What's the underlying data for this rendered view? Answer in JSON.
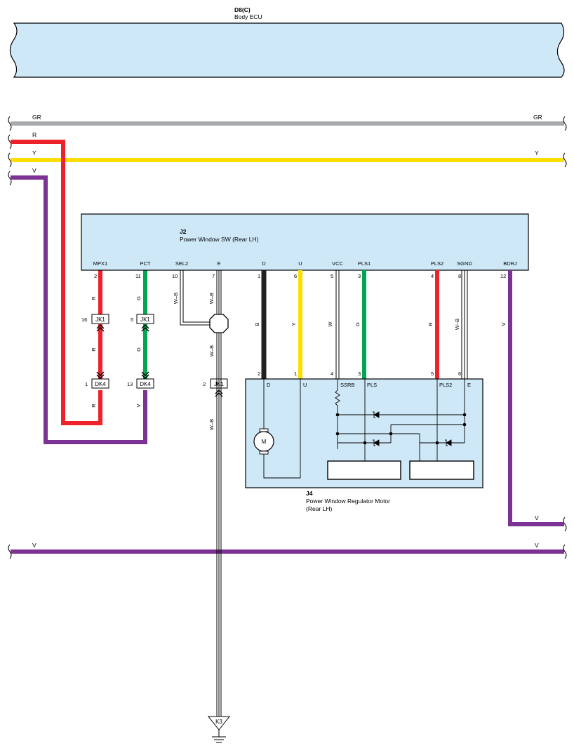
{
  "colors": {
    "ecu_fill": "#cfe8f8",
    "red": "#ee2229",
    "yellow": "#ffdd00",
    "green": "#00a651",
    "purple": "#7b3294",
    "gray": "#a7a9ac",
    "black": "#231f20"
  },
  "ecu": {
    "code": "D8(C)",
    "name": "Body ECU"
  },
  "bus": {
    "gr_label": "GR",
    "r_label": "R",
    "y_label": "Y",
    "v_label": "V"
  },
  "switch": {
    "code": "J2",
    "name": "Power Window SW (Rear LH)",
    "terminals": [
      {
        "name": "MPX1",
        "pin": "2"
      },
      {
        "name": "PCT",
        "pin": "11"
      },
      {
        "name": "SEL2",
        "pin": "10"
      },
      {
        "name": "E",
        "pin": "7"
      },
      {
        "name": "D",
        "pin": "1"
      },
      {
        "name": "U",
        "pin": "6"
      },
      {
        "name": "VCC",
        "pin": "5"
      },
      {
        "name": "PLS1",
        "pin": "3"
      },
      {
        "name": "PLS2",
        "pin": "4"
      },
      {
        "name": "SGND",
        "pin": "8"
      },
      {
        "name": "BDRJ",
        "pin": "12"
      }
    ]
  },
  "wire_colors": {
    "mpx1": "R",
    "pct": "G",
    "sel2": "W–B",
    "e": "W–B",
    "d": "B",
    "u": "Y",
    "vcc": "W",
    "pls1": "G",
    "pls2": "R",
    "sgnd": "W–B",
    "bdrj": "V",
    "mpx1_mid": "R",
    "pct_mid": "G",
    "mpx1_low": "R",
    "pct_low": "V",
    "e_mid": "W–B",
    "e_low": "W–B"
  },
  "junctions": {
    "jk1_a_pin": "16",
    "jk1_a": "JK1",
    "jk1_b_pin": "5",
    "jk1_b": "JK1",
    "dk4_a_pin": "1",
    "dk4_a": "DK4",
    "dk4_b_pin": "13",
    "dk4_b": "DK4",
    "jk1_c_pin": "2",
    "jk1_c": "JK1"
  },
  "motor": {
    "code": "J4",
    "name_line1": "Power Window Regulator Motor",
    "name_line2": "(Rear LH)",
    "terminals": [
      {
        "name": "D",
        "pin": "2"
      },
      {
        "name": "U",
        "pin": "1"
      },
      {
        "name": "SSRB",
        "pin": "4"
      },
      {
        "name": "PLS",
        "pin": "3"
      },
      {
        "name": "PLS2",
        "pin": "5"
      },
      {
        "name": "E",
        "pin": "6"
      }
    ],
    "motor_symbol": "M"
  },
  "ground": {
    "code": "K3"
  }
}
